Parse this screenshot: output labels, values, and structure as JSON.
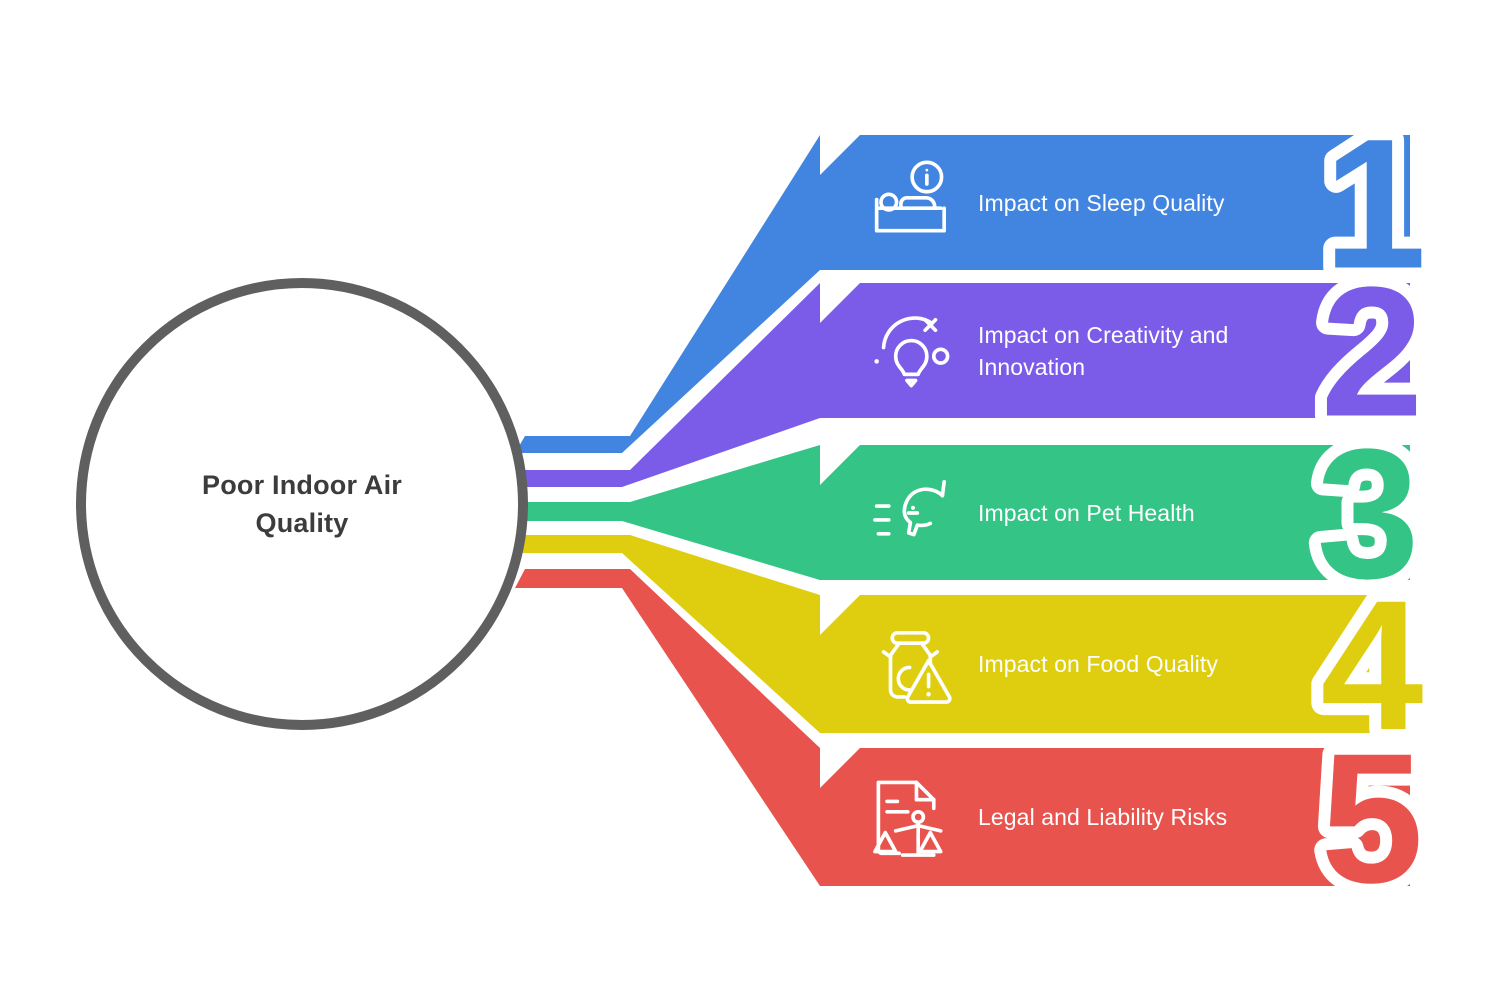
{
  "hub": {
    "label": "Poor Indoor Air Quality",
    "outline_color": "#5f5f5f",
    "text_color": "#3c3c3c"
  },
  "items": [
    {
      "number": "1",
      "label": "Impact on Sleep Quality",
      "color": "#4285e0",
      "icon": "bed-info-icon"
    },
    {
      "number": "2",
      "label": "Impact on Creativity and\nInnovation",
      "color": "#7b5ce8",
      "icon": "lightbulb-idea-icon"
    },
    {
      "number": "3",
      "label": "Impact on Pet Health",
      "color": "#34c485",
      "icon": "dog-head-icon"
    },
    {
      "number": "4",
      "label": "Impact on Food Quality",
      "color": "#dfce10",
      "icon": "food-jar-warning-icon"
    },
    {
      "number": "5",
      "label": "Legal and Liability Risks",
      "color": "#e8534e",
      "icon": "document-scales-icon"
    }
  ]
}
